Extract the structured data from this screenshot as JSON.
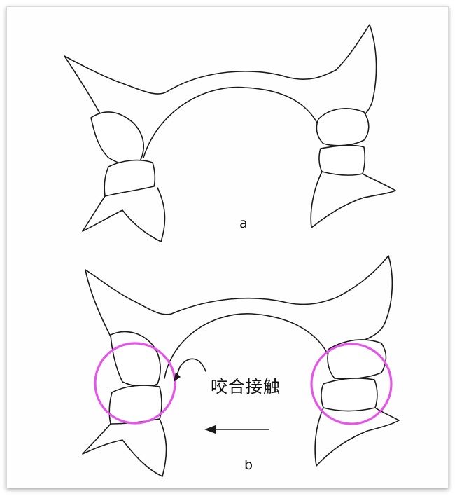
{
  "figure": {
    "label_a": "a",
    "label_b": "b",
    "annotation_text": "咬合接触",
    "highlight_color": "#e455e8",
    "line_color": "#1a1a1a"
  }
}
